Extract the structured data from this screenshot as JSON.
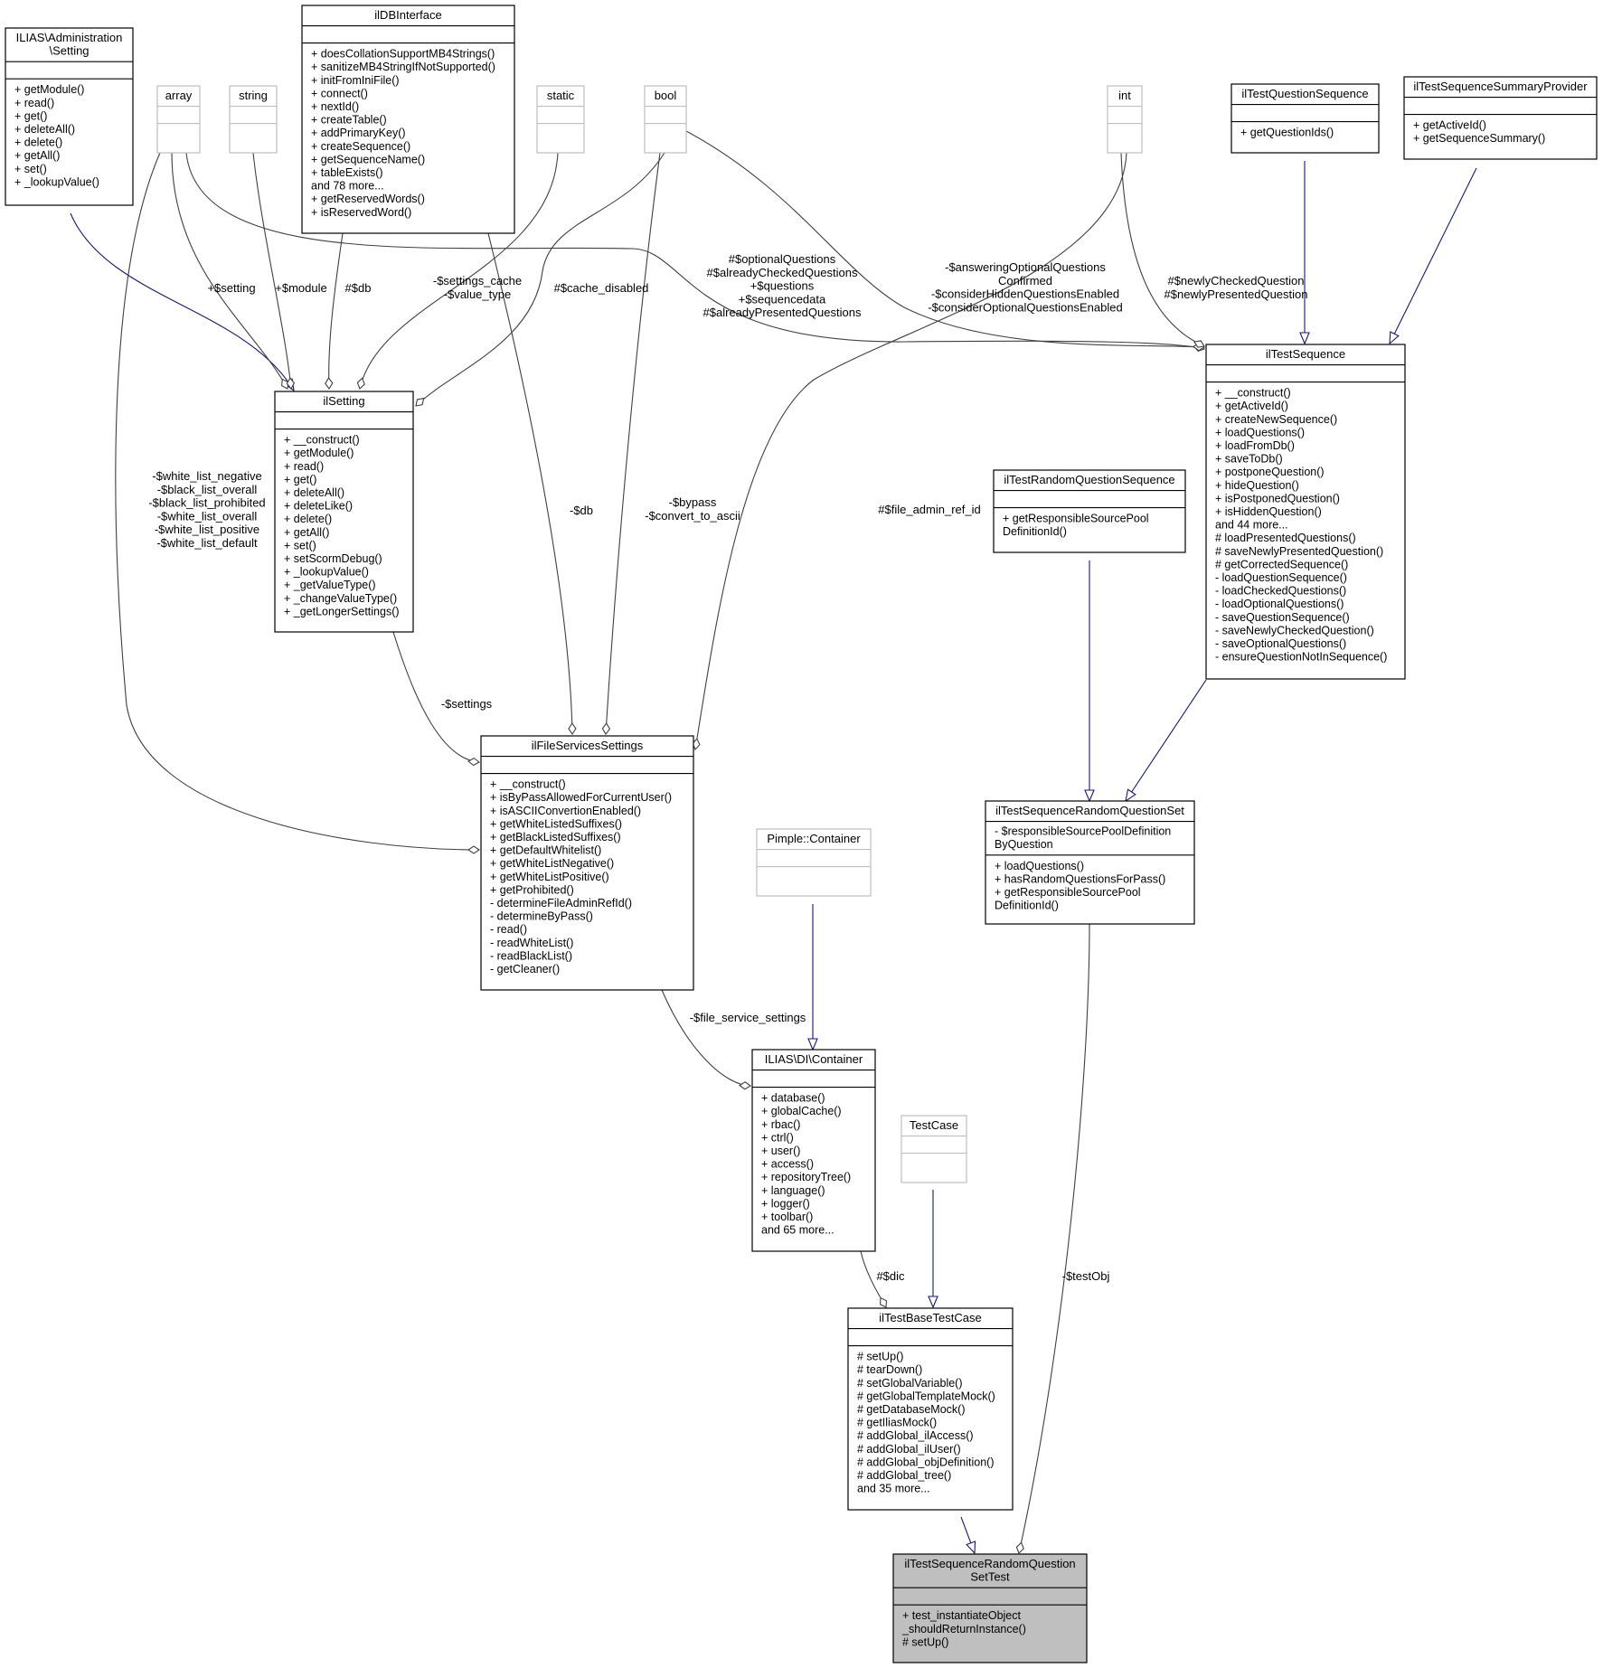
{
  "classes": {
    "setting_interface": {
      "title_lines": [
        "ILIAS\\Administration",
        "\\Setting"
      ],
      "attributes": [],
      "methods": [
        "+ getModule()",
        "+ read()",
        "+ get()",
        "+ deleteAll()",
        "+ delete()",
        "+ getAll()",
        "+ set()",
        "+ _lookupValue()"
      ]
    },
    "array": {
      "title_lines": [
        "array"
      ],
      "attributes": [],
      "methods": []
    },
    "string": {
      "title_lines": [
        "string"
      ],
      "attributes": [],
      "methods": []
    },
    "db_interface": {
      "title_lines": [
        "ilDBInterface"
      ],
      "attributes": [],
      "methods": [
        "+ doesCollationSupportMB4Strings()",
        "+ sanitizeMB4StringIfNotSupported()",
        "+ initFromIniFile()",
        "+ connect()",
        "+ nextId()",
        "+ createTable()",
        "+ addPrimaryKey()",
        "+ createSequence()",
        "+ getSequenceName()",
        "+ tableExists()",
        "and 78 more...",
        "+ getReservedWords()",
        "+ isReservedWord()"
      ]
    },
    "static": {
      "title_lines": [
        "static"
      ],
      "attributes": [],
      "methods": []
    },
    "bool": {
      "title_lines": [
        "bool"
      ],
      "attributes": [],
      "methods": []
    },
    "int": {
      "title_lines": [
        "int"
      ],
      "attributes": [],
      "methods": []
    },
    "question_sequence": {
      "title_lines": [
        "ilTestQuestionSequence"
      ],
      "attributes": [],
      "methods": [
        "+ getQuestionIds()"
      ]
    },
    "summary_provider": {
      "title_lines": [
        "ilTestSequenceSummaryProvider"
      ],
      "attributes": [],
      "methods": [
        "+ getActiveId()",
        "+ getSequenceSummary()"
      ]
    },
    "il_setting": {
      "title_lines": [
        "ilSetting"
      ],
      "attributes": [],
      "methods": [
        "+ __construct()",
        "+ getModule()",
        "+ read()",
        "+ get()",
        "+ deleteAll()",
        "+ deleteLike()",
        "+ delete()",
        "+ getAll()",
        "+ set()",
        "+ setScormDebug()",
        "+ _lookupValue()",
        "+ _getValueType()",
        "+ _changeValueType()",
        "+ _getLongerSettings()"
      ]
    },
    "test_sequence": {
      "title_lines": [
        "ilTestSequence"
      ],
      "attributes": [],
      "methods": [
        "+ __construct()",
        "+ getActiveId()",
        "+ createNewSequence()",
        "+ loadQuestions()",
        "+ loadFromDb()",
        "+ saveToDb()",
        "+ postponeQuestion()",
        "+ hideQuestion()",
        "+ isPostponedQuestion()",
        "+ isHiddenQuestion()",
        "and 44 more...",
        "# loadPresentedQuestions()",
        "# saveNewlyPresentedQuestion()",
        "# getCorrectedSequence()",
        "- loadQuestionSequence()",
        "- loadCheckedQuestions()",
        "- loadOptionalQuestions()",
        "- saveQuestionSequence()",
        "- saveNewlyCheckedQuestion()",
        "- saveOptionalQuestions()",
        "- ensureQuestionNotInSequence()"
      ]
    },
    "random_question_sequence": {
      "title_lines": [
        "ilTestRandomQuestionSequence"
      ],
      "attributes": [],
      "methods": [
        "+ getResponsibleSourcePool",
        "DefinitionId()"
      ]
    },
    "file_services_settings": {
      "title_lines": [
        "ilFileServicesSettings"
      ],
      "attributes": [],
      "methods": [
        "+ __construct()",
        "+ isByPassAllowedForCurrentUser()",
        "+ isASCIIConvertionEnabled()",
        "+ getWhiteListedSuffixes()",
        "+ getBlackListedSuffixes()",
        "+ getDefaultWhitelist()",
        "+ getWhiteListNegative()",
        "+ getWhiteListPositive()",
        "+ getProhibited()",
        "- determineFileAdminRefId()",
        "- determineByPass()",
        "- read()",
        "- readWhiteList()",
        "- readBlackList()",
        "- getCleaner()"
      ]
    },
    "pimple_container": {
      "title_lines": [
        "Pimple::Container"
      ],
      "attributes": [],
      "methods": []
    },
    "random_question_set": {
      "title_lines": [
        "ilTestSequenceRandomQuestionSet"
      ],
      "attributes": [
        "- $responsibleSourcePoolDefinition",
        "ByQuestion"
      ],
      "methods": [
        "+ loadQuestions()",
        "+ hasRandomQuestionsForPass()",
        "+ getResponsibleSourcePool",
        "DefinitionId()"
      ]
    },
    "di_container": {
      "title_lines": [
        "ILIAS\\DI\\Container"
      ],
      "attributes": [],
      "methods": [
        "+ database()",
        "+ globalCache()",
        "+ rbac()",
        "+ ctrl()",
        "+ user()",
        "+ access()",
        "+ repositoryTree()",
        "+ language()",
        "+ logger()",
        "+ toolbar()",
        "and 65 more..."
      ]
    },
    "test_case": {
      "title_lines": [
        "TestCase"
      ],
      "attributes": [],
      "methods": []
    },
    "base_test_case": {
      "title_lines": [
        "ilTestBaseTestCase"
      ],
      "attributes": [],
      "methods": [
        "# setUp()",
        "# tearDown()",
        "# setGlobalVariable()",
        "# getGlobalTemplateMock()",
        "# getDatabaseMock()",
        "# getIliasMock()",
        "# addGlobal_ilAccess()",
        "# addGlobal_ilUser()",
        "# addGlobal_objDefinition()",
        "# addGlobal_tree()",
        "and 35 more..."
      ]
    },
    "random_question_set_test": {
      "title_lines": [
        "ilTestSequenceRandomQuestion",
        "SetTest"
      ],
      "attributes": [],
      "methods": [
        "+ test_instantiateObject",
        "_shouldReturnInstance()",
        "# setUp()"
      ]
    }
  },
  "edge_labels": {
    "setting": [
      "+$setting"
    ],
    "module": [
      "+$module"
    ],
    "db_setting": [
      "#$db"
    ],
    "settings_cache": [
      "-$settings_cache",
      "-$value_type"
    ],
    "cache_disabled": [
      "#$cache_disabled"
    ],
    "white_list": [
      "-$white_list_negative",
      "-$black_list_overall",
      "-$black_list_prohibited",
      "-$white_list_overall",
      "-$white_list_positive",
      "-$white_list_default"
    ],
    "db_file": [
      "-$db"
    ],
    "bypass": [
      "-$bypass",
      "-$convert_to_ascii"
    ],
    "optional_questions": [
      "#$optionalQuestions",
      "#$alreadyCheckedQuestions",
      "+$questions",
      "+$sequencedata",
      "#$alreadyPresentedQuestions"
    ],
    "answering_optional": [
      "-$answeringOptionalQuestions",
      "Confirmed",
      "-$considerHiddenQuestionsEnabled",
      "-$considerOptionalQuestionsEnabled"
    ],
    "newly_checked": [
      "#$newlyCheckedQuestion",
      "#$newlyPresentedQuestion"
    ],
    "file_admin_ref_id": [
      "#$file_admin_ref_id"
    ],
    "settings": [
      "-$settings"
    ],
    "file_service_settings": [
      "-$file_service_settings"
    ],
    "dic": [
      "#$dic"
    ],
    "test_obj": [
      "-$testObj"
    ]
  },
  "colors": {
    "stroke": "#000000",
    "muted_stroke": "#bfbfbf",
    "muted_text": "#404040",
    "edge": "#404040",
    "inherit": "#191970",
    "focus_fill": "#bfbfbf"
  }
}
